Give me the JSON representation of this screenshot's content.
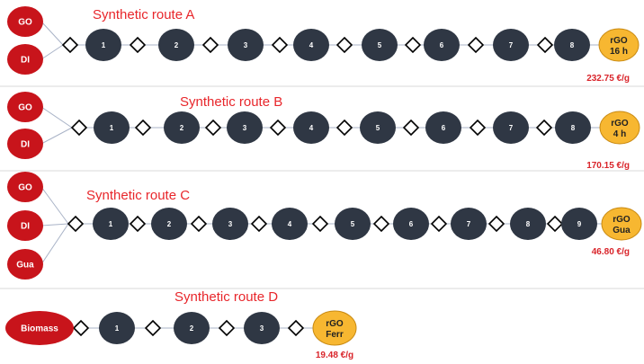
{
  "colors": {
    "title": "#e8262b",
    "price": "#d9242a",
    "input_fill": "#c8141b",
    "step_fill": "#2f3744",
    "product_fill": "#f7b731",
    "product_stroke": "#c98a12",
    "connector": "#a9b3c7",
    "separator": "#d9d9d9",
    "diamond_stroke": "#000000"
  },
  "icons": {
    "input": "red-ellipse",
    "step": "dark-ellipse",
    "operation": "diamond",
    "product": "gold-ellipse"
  },
  "routes": [
    {
      "title": "Synthetic route A",
      "inputs": [
        "GO",
        "DI"
      ],
      "steps": [
        "1",
        "2",
        "3",
        "4",
        "5",
        "6",
        "7",
        "8"
      ],
      "product": [
        "rGO",
        "16 h"
      ],
      "price": "232.75 €/g"
    },
    {
      "title": "Synthetic route B",
      "inputs": [
        "GO",
        "DI"
      ],
      "steps": [
        "1",
        "2",
        "3",
        "4",
        "5",
        "6",
        "7",
        "8"
      ],
      "product": [
        "rGO",
        "4 h"
      ],
      "price": "170.15 €/g"
    },
    {
      "title": "Synthetic route C",
      "inputs": [
        "GO",
        "DI",
        "Gua"
      ],
      "steps": [
        "1",
        "2",
        "3",
        "4",
        "5",
        "6",
        "7",
        "8",
        "9"
      ],
      "product": [
        "rGO",
        "Gua"
      ],
      "price": "46.80 €/g"
    },
    {
      "title": "Synthetic route D",
      "inputs": [
        "Biomass"
      ],
      "steps": [
        "1",
        "2",
        "3"
      ],
      "product": [
        "rGO",
        "Ferr"
      ],
      "price": "19.48 €/g"
    }
  ]
}
